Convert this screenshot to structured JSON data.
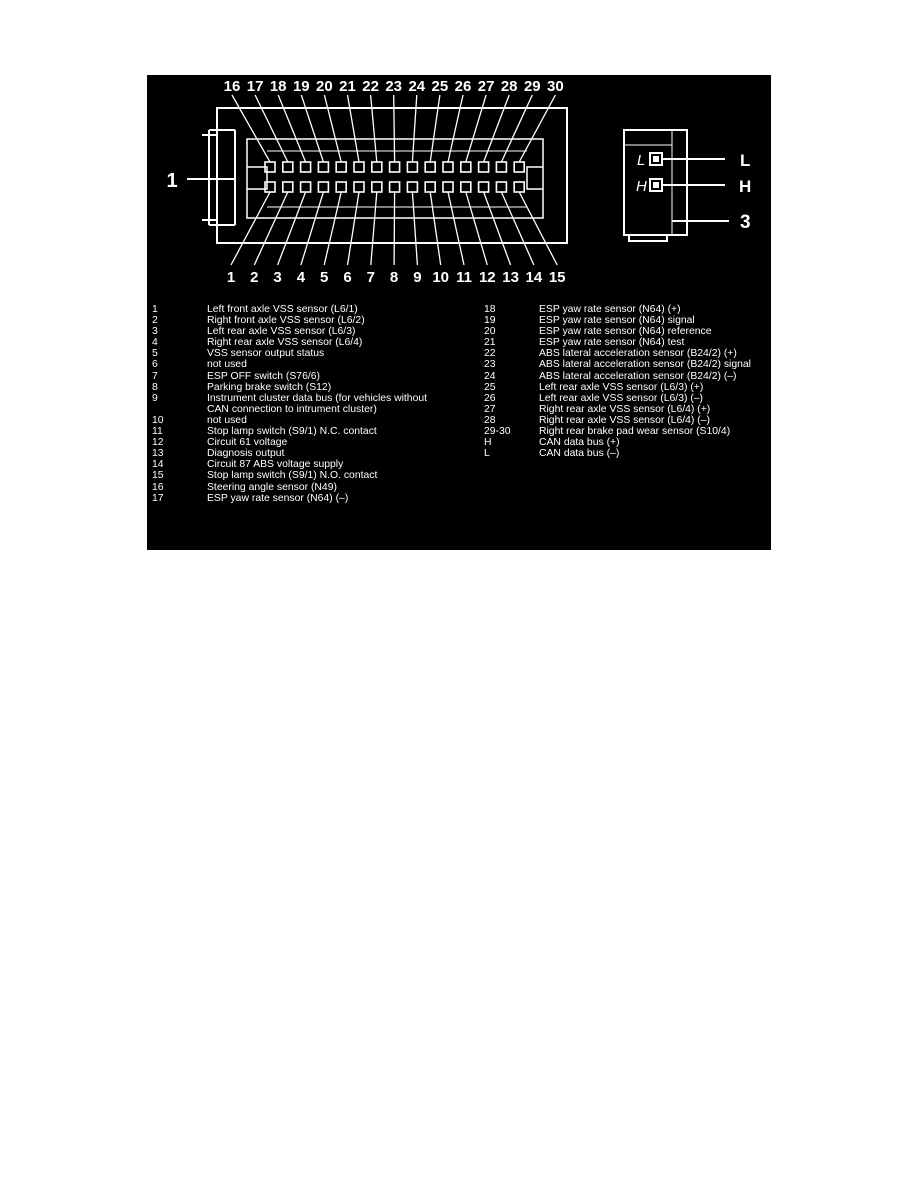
{
  "colors": {
    "background": "#000000",
    "foreground": "#ffffff"
  },
  "connector": {
    "top_pins": [
      "16",
      "17",
      "18",
      "19",
      "20",
      "21",
      "22",
      "23",
      "24",
      "25",
      "26",
      "27",
      "28",
      "29",
      "30"
    ],
    "bottom_pins": [
      "1",
      "2",
      "3",
      "4",
      "5",
      "6",
      "7",
      "8",
      "9",
      "10",
      "11",
      "12",
      "13",
      "14",
      "15"
    ],
    "housing_label": "1"
  },
  "side_view": {
    "pin_l": "L",
    "pin_h": "H",
    "label_l": "L",
    "label_h": "H",
    "label_3": "3"
  },
  "legend_left": [
    {
      "num": "1",
      "text": "Left front axle VSS sensor (L6/1)"
    },
    {
      "num": "2",
      "text": "Right front axle VSS sensor (L6/2)"
    },
    {
      "num": "3",
      "text": "Left rear axle VSS sensor (L6/3)"
    },
    {
      "num": "4",
      "text": "Right rear axle VSS sensor (L6/4)"
    },
    {
      "num": "5",
      "text": "VSS sensor output status"
    },
    {
      "num": "6",
      "text": "not used"
    },
    {
      "num": "7",
      "text": "ESP OFF switch (S76/6)"
    },
    {
      "num": "8",
      "text": "Parking brake switch (S12)"
    },
    {
      "num": "9",
      "text": "Instrument cluster data bus (for vehicles without",
      "text2": "CAN connection to intrument cluster)"
    },
    {
      "num": "10",
      "text": "not used"
    },
    {
      "num": "11",
      "text": "Stop lamp switch (S9/1) N.C. contact"
    },
    {
      "num": "12",
      "text": "Circuit 61 voltage"
    },
    {
      "num": "13",
      "text": "Diagnosis output"
    },
    {
      "num": "14",
      "text": "Circuit 87 ABS voltage supply"
    },
    {
      "num": "15",
      "text": "Stop lamp switch (S9/1) N.O. contact"
    },
    {
      "num": "16",
      "text": "Steering angle sensor (N49)"
    },
    {
      "num": "17",
      "text": "ESP yaw rate sensor (N64)  (–)"
    }
  ],
  "legend_right": [
    {
      "num": "18",
      "text": "ESP yaw rate sensor (N64)  (+)"
    },
    {
      "num": "19",
      "text": "ESP yaw rate sensor (N64) signal"
    },
    {
      "num": "20",
      "text": "ESP yaw rate sensor (N64) reference"
    },
    {
      "num": "21",
      "text": "ESP yaw rate sensor (N64) test"
    },
    {
      "num": "22",
      "text": "ABS lateral acceleration sensor (B24/2)  (+)"
    },
    {
      "num": "23",
      "text": "ABS lateral acceleration sensor (B24/2) signal"
    },
    {
      "num": "24",
      "text": "ABS lateral acceleration sensor (B24/2)  (–)"
    },
    {
      "num": "25",
      "text": "Left rear axle VSS sensor (L6/3)  (+)"
    },
    {
      "num": "26",
      "text": "Left rear axle VSS sensor (L6/3)  (–)"
    },
    {
      "num": "27",
      "text": "Right rear axle VSS sensor (L6/4)  (+)"
    },
    {
      "num": "28",
      "text": "Right rear axle VSS sensor (L6/4)  (–)"
    },
    {
      "num": "29-30",
      "text": "Right rear brake pad wear sensor (S10/4)"
    },
    {
      "num": "H",
      "text": "CAN data bus  (+)"
    },
    {
      "num": "L",
      "text": "CAN data bus  (–)"
    }
  ]
}
